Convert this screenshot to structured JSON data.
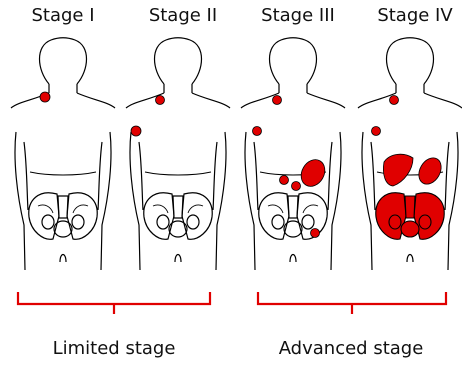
{
  "stages": [
    {
      "label": "Stage I",
      "group": "limited"
    },
    {
      "label": "Stage II",
      "group": "limited"
    },
    {
      "label": "Stage III",
      "group": "advanced"
    },
    {
      "label": "Stage IV",
      "group": "advanced"
    }
  ],
  "groups": {
    "limited": {
      "label": "Limited stage"
    },
    "advanced": {
      "label": "Advanced stage"
    }
  },
  "colors": {
    "outline": "#000000",
    "lesion": "#e00000",
    "bracket": "#e00000",
    "background": "#ffffff"
  }
}
